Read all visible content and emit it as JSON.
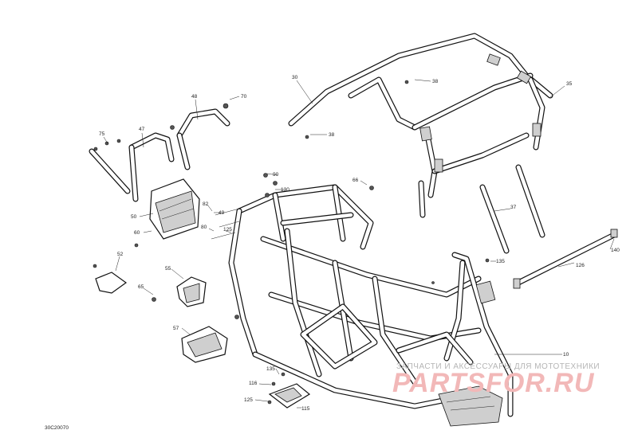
{
  "diagram": {
    "labels": [
      "30",
      "38",
      "38",
      "35",
      "48",
      "70",
      "47",
      "75",
      "50",
      "60",
      "90",
      "130",
      "66",
      "82",
      "49",
      "80",
      "125",
      "37",
      "52",
      "55",
      "65",
      "135",
      "126",
      "140",
      "57",
      "10",
      "135",
      "116",
      "125",
      "115"
    ],
    "figure_code": "30C20070"
  },
  "watermark": {
    "tagline": "ЗАПЧАСТИ И АКСЕССУАРЫ ДЛЯ МОТОТЕХНИКИ",
    "logo": "PARTSFOR.RU"
  }
}
